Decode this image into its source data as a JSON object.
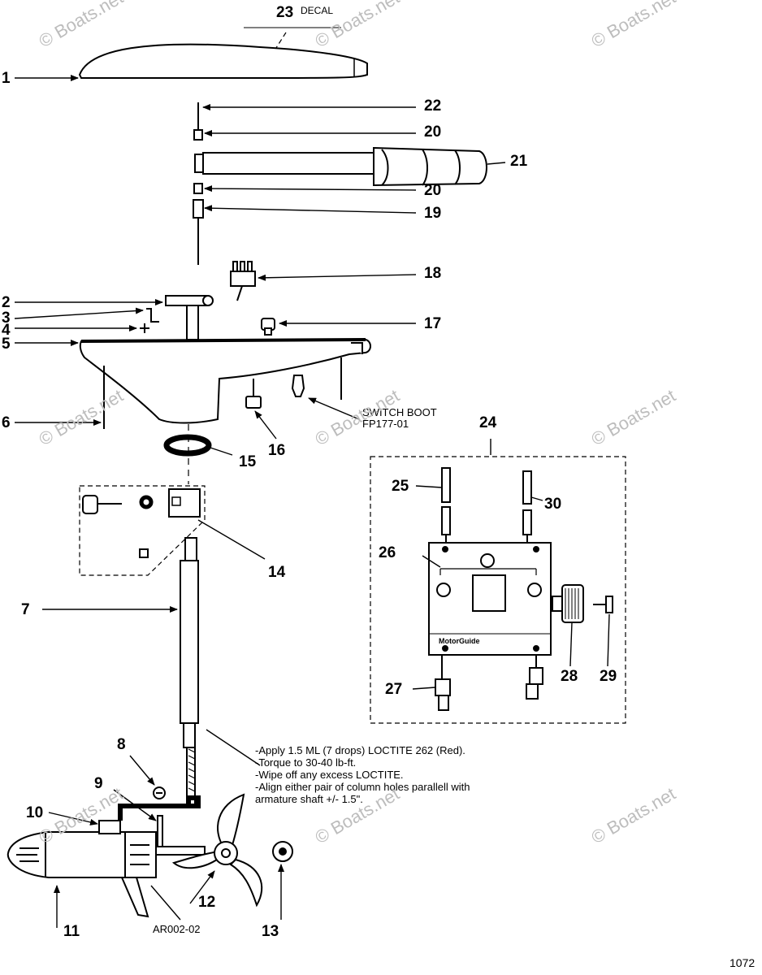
{
  "callouts": {
    "n1": "1",
    "n2": "2",
    "n3": "3",
    "n4": "4",
    "n5": "5",
    "n6": "6",
    "n7": "7",
    "n8": "8",
    "n9": "9",
    "n10": "10",
    "n11": "11",
    "n12": "12",
    "n13": "13",
    "n14": "14",
    "n15": "15",
    "n16": "16",
    "n17": "17",
    "n18": "18",
    "n19": "19",
    "n20a": "20",
    "n20b": "20",
    "n21": "21",
    "n22": "22",
    "n23": "23",
    "n24": "24",
    "n25": "25",
    "n26": "26",
    "n27": "27",
    "n28": "28",
    "n29": "29",
    "n30": "30"
  },
  "labels": {
    "decal": "DECAL",
    "switch_boot_1": "SWITCH BOOT",
    "switch_boot_2": "FP177-01",
    "drawing_id": "AR002-02",
    "page_number": "1072",
    "box_brand": "MotorGuide"
  },
  "note_lines": [
    "-Apply 1.5 ML (7 drops) LOCTITE 262 (Red).",
    "-Torque to 30-40 lb-ft.",
    "-Wipe off any excess LOCTITE.",
    "-Align either pair of column holes parallell with",
    "armature shaft +/- 1.5\"."
  ],
  "watermark": "© Boats.net"
}
